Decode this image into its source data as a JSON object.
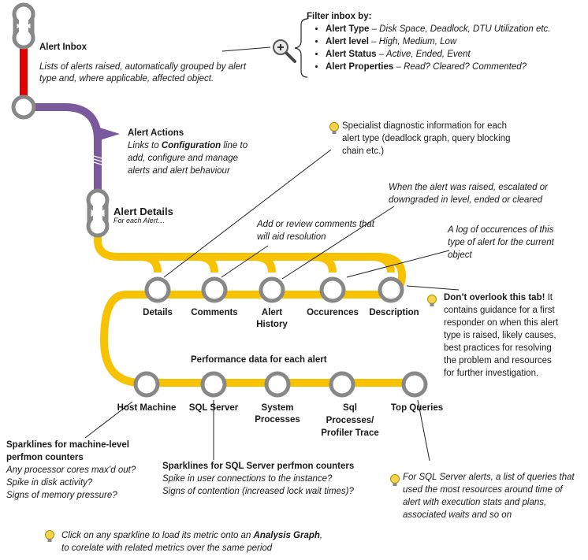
{
  "inbox": {
    "title": "Alert Inbox",
    "desc1": "Lists of alerts raised, automatically grouped by alert",
    "desc2": "type and, where applicable, affected object."
  },
  "filter": {
    "heading": "Filter inbox by:",
    "items": [
      {
        "label": "Alert Type",
        "rest": " – Disk Space, Deadlock, DTU Utilization etc."
      },
      {
        "label": "Alert level",
        "rest": " – High, Medium, Low"
      },
      {
        "label": "Alert Status",
        "rest": " – Active, Ended, Event"
      },
      {
        "label": "Alert Properties",
        "rest": " – Read? Cleared? Commented?"
      }
    ],
    "icon": "magnifier-plus-icon"
  },
  "actions": {
    "title": "Alert Actions",
    "line1_pre": "Links to ",
    "line1_bold": "Configuration",
    "line1_post": " line to",
    "line2": "add, configure and manage",
    "line3": "alerts and alert behaviour"
  },
  "details": {
    "title": "Alert Details",
    "subtitle": "For each Alert…"
  },
  "notes": {
    "specialist1": "Specialist diagnostic information for each",
    "specialist2": "alert type (deadlock graph, query blocking",
    "specialist3": "chain etc.)",
    "history1": "When the alert was raised, escalated or",
    "history2": "downgraded in level, ended or cleared",
    "comments1": "Add or review comments that",
    "comments2": "will aid resolution",
    "occur1": "A log of occurences of this",
    "occur2": "type of alert for the current",
    "occur3": "object",
    "overlook_bold": "Don’t overlook this tab!",
    "overlook1": " It",
    "overlook2": "contains guidance for a first",
    "overlook3": "responder on when this alert",
    "overlook4": "type is raised, likely causes,",
    "overlook5": "best practices for resolving",
    "overlook6": "the problem and resources",
    "overlook7": "for further investigation."
  },
  "tabs": {
    "details": "Details",
    "comments": "Comments",
    "history1": "Alert",
    "history2": "History",
    "occurences": "Occurences",
    "description": "Description"
  },
  "perf": {
    "heading": "Performance data for each alert",
    "host": "Host Machine",
    "sql": "SQL Server",
    "sys1": "System",
    "sys2": "Processes",
    "prof1": "Sql",
    "prof2": "Processes/",
    "prof3": "Profiler Trace",
    "top": "Top Queries"
  },
  "spark_host": {
    "title1": "Sparklines for machine-level",
    "title2": "perfmon counters",
    "l1": "Any processor cores max’d out?",
    "l2": "Spike in disk activity?",
    "l3": "Signs of memory pressure?"
  },
  "spark_sql": {
    "title": "Sparklines for SQL Server perfmon counters",
    "l1": "Spike in user connections to the instance?",
    "l2": "Signs of contention (increased lock wait times)?"
  },
  "topq": {
    "l1": "For SQL Server alerts, a list of queries that",
    "l2": "used the most resources around time of",
    "l3": "alert with execution stats and plans,",
    "l4": "associated waits and so on"
  },
  "footer": {
    "pre": "Click on any sparkline to load its metric onto an ",
    "bold": "Analysis Graph",
    "post": ",",
    "l2": "to corelate with related metrics over the same period"
  },
  "colors": {
    "gold": "#f7c200",
    "red": "#e00000",
    "purple": "#7a5a9c",
    "grey": "#888888",
    "bulb": "#f5d547"
  }
}
